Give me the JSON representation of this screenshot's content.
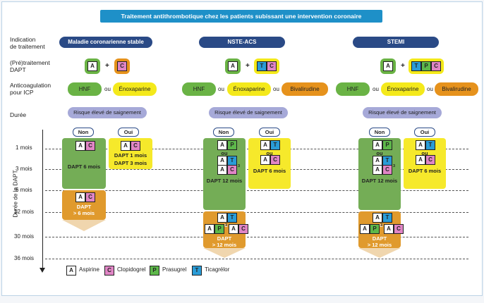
{
  "title": "Traitement antithrombotique chez les patients subissant une intervention coronaire",
  "row_labels": {
    "indication": [
      "Indication",
      "de traitement"
    ],
    "pretraitement": [
      "(Pré)traitement",
      "DAPT"
    ],
    "anticoag": [
      "Anticoagulation",
      "pour ICP"
    ],
    "duree": "Durée"
  },
  "columns": {
    "stable": "Maladie coronarienne stable",
    "nste": "NSTE-ACS",
    "stemi": "STEMI"
  },
  "plus": "+",
  "ou": "ou",
  "drugs": {
    "A": "A",
    "C": "C",
    "P": "P",
    "T": "T"
  },
  "anticoag": {
    "hnf": "HNF",
    "enox": "Énoxaparine",
    "biva": "Bivalirudine"
  },
  "risk": "Risque élevé de saignement",
  "non": "Non",
  "oui": "Oui",
  "dapt": {
    "d6": "DAPT 6 mois",
    "d12": "DAPT 12 mois",
    "dapt": "DAPT",
    "gt6": "> 6 mois",
    "gt12": "> 12 mois",
    "d1": "DAPT 1 mois",
    "d3": "DAPT 3 mois"
  },
  "sup3": "3",
  "y_axis_label": "Durée de la DAPT",
  "ticks": [
    "1 mois",
    "3 mois",
    "6 mois",
    "12 mois",
    "30 mois",
    "36 mois"
  ],
  "legend": {
    "A": "Aspirine",
    "C": "Clopidogrel",
    "P": "Prasugrel",
    "T": "Ticagrélor"
  },
  "colors": {
    "navy": "#2a4a86",
    "title_blue": "#1e90c8",
    "green": "#6ab345",
    "yellow": "#f4e91b",
    "orange": "#e6921c",
    "risk": "#a6a9d8"
  }
}
